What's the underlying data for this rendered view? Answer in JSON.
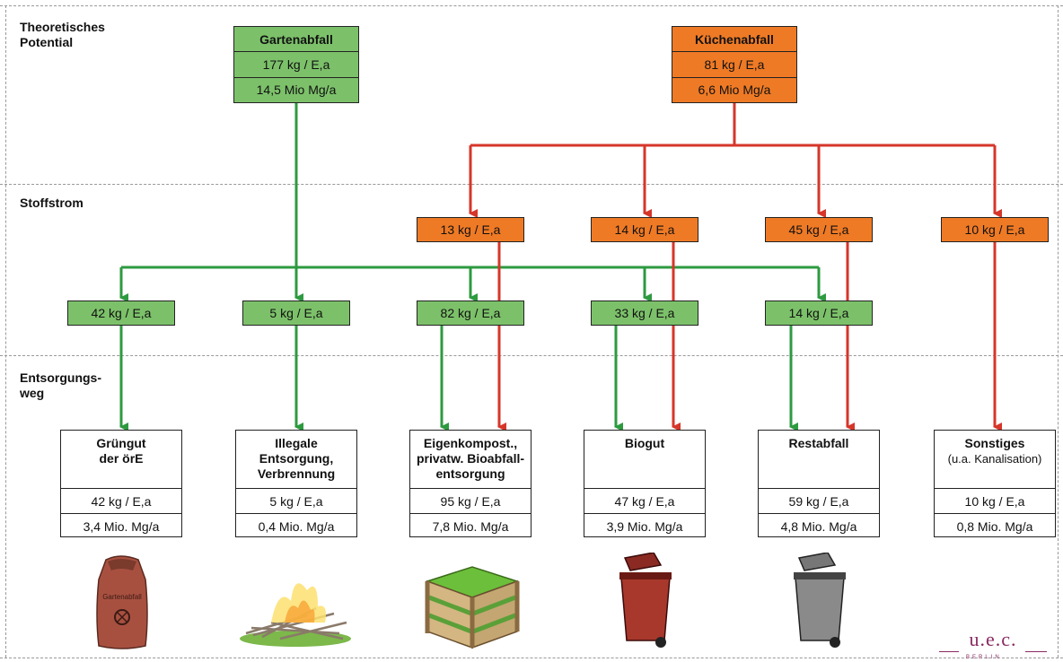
{
  "sections": {
    "potential": "Theoretisches\nPotential",
    "flow": "Stoffstrom",
    "disposal": "Entsorgungs-\nweg"
  },
  "colors": {
    "green": "#7cc16a",
    "orange": "#ef7a25",
    "green_line": "#2d9a40",
    "red_line": "#d6362a"
  },
  "top": {
    "garden": {
      "title": "Gartenabfall",
      "per_capita": "177 kg / E,a",
      "total": "14,5 Mio Mg/a"
    },
    "kitchen": {
      "title": "Küchenabfall",
      "per_capita": "81 kg / E,a",
      "total": "6,6 Mio Mg/a"
    }
  },
  "kitchen_flows": [
    "13 kg / E,a",
    "14 kg / E,a",
    "45 kg / E,a",
    "10 kg / E,a"
  ],
  "garden_flows": [
    "42 kg / E,a",
    "5 kg / E,a",
    "82 kg / E,a",
    "33 kg / E,a",
    "14 kg / E,a"
  ],
  "destinations": [
    {
      "title": "Grüngut\nder örE",
      "sub": "",
      "per_capita": "42 kg / E,a",
      "total": "3,4 Mio. Mg/a",
      "icon": "sack-icon"
    },
    {
      "title": "Illegale\nEntsorgung,\nVerbrennung",
      "sub": "",
      "per_capita": "5 kg / E,a",
      "total": "0,4 Mio. Mg/a",
      "icon": "fire-icon"
    },
    {
      "title": "Eigenkompost.,\nprivatw. Bioabfall-\nentsorgung",
      "sub": "",
      "per_capita": "95 kg / E,a",
      "total": "7,8 Mio. Mg/a",
      "icon": "compost-bin-icon"
    },
    {
      "title": "Biogut",
      "sub": "",
      "per_capita": "47 kg / E,a",
      "total": "3,9 Mio. Mg/a",
      "icon": "brown-bin-icon"
    },
    {
      "title": "Restabfall",
      "sub": "",
      "per_capita": "59 kg / E,a",
      "total": "4,8 Mio. Mg/a",
      "icon": "grey-bin-icon"
    },
    {
      "title": "Sonstiges",
      "sub": "(u.a. Kanalisation)",
      "per_capita": "10 kg / E,a",
      "total": "0,8 Mio. Mg/a",
      "icon": ""
    }
  ],
  "sack_label": "Gartenabfall",
  "logo": {
    "text": "u.e.c.",
    "sub": "BERLIN"
  }
}
